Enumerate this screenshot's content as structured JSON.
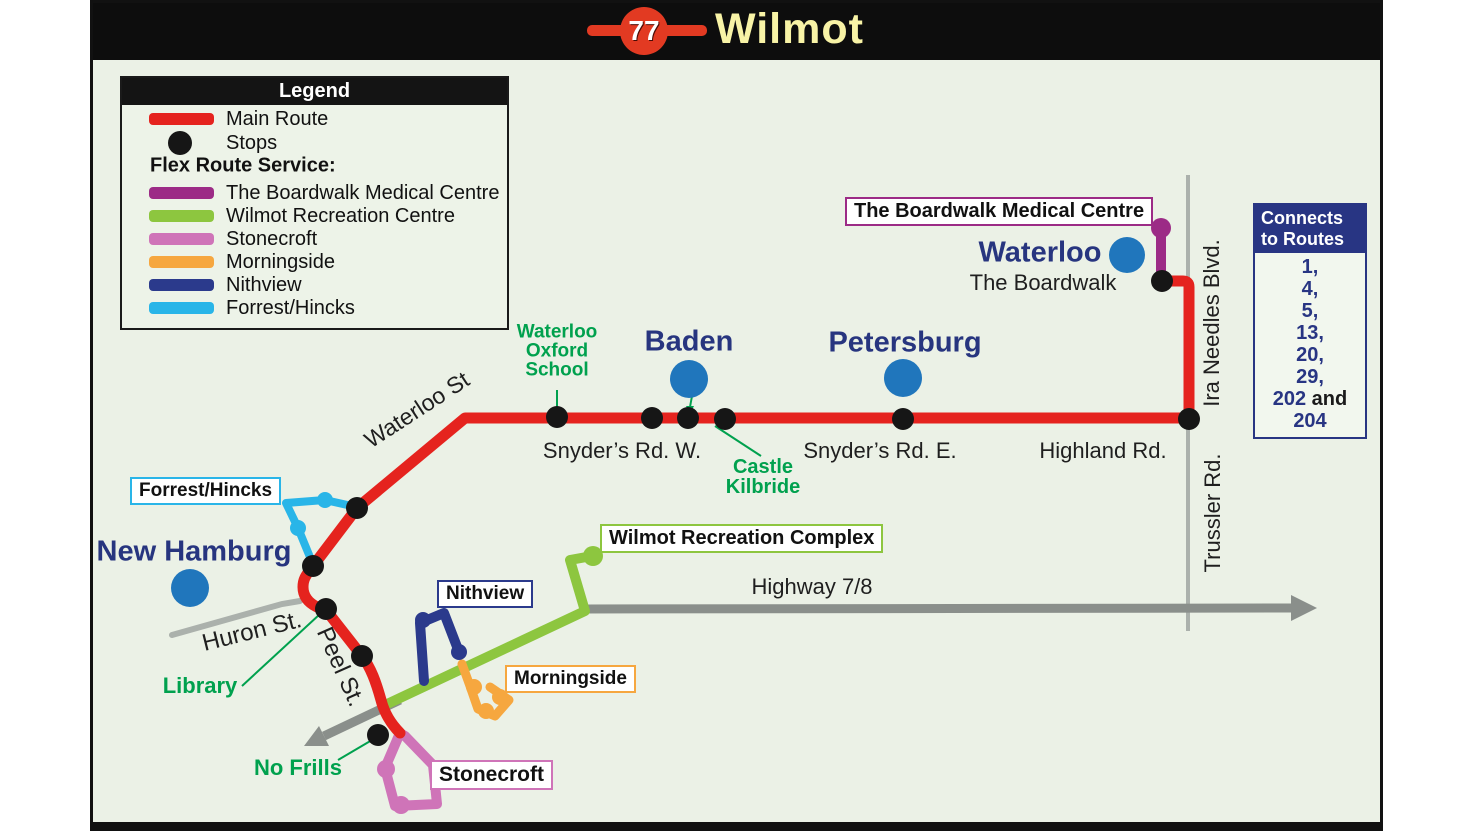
{
  "header": {
    "route_number": "77",
    "route_name": "Wilmot"
  },
  "legend": {
    "title": "Legend",
    "main_route_label": "Main Route",
    "stops_label": "Stops",
    "flex_title": "Flex Route Service:",
    "flex_items": [
      {
        "label": "The Boardwalk Medical Centre"
      },
      {
        "label": "Wilmot Recreation Centre"
      },
      {
        "label": "Stonecroft"
      },
      {
        "label": "Morningside"
      },
      {
        "label": "Nithview"
      },
      {
        "label": "Forrest/Hincks"
      }
    ]
  },
  "connects": {
    "title": "Connects\nto Routes",
    "routes": [
      "1,",
      "4,",
      "5,",
      "13,",
      "20,",
      "29,"
    ],
    "route_202": "202",
    "and_word": " and",
    "route_204": "204"
  },
  "cities": {
    "waterloo": "Waterloo",
    "baden": "Baden",
    "petersburg": "Petersburg",
    "new_hamburg": "New Hamburg"
  },
  "stop_labels": {
    "the_boardwalk": "The Boardwalk",
    "snyders_w": "Snyder’s Rd. W.",
    "snyders_e": "Snyder’s Rd. E.",
    "highland": "Highland Rd."
  },
  "roads": {
    "waterloo_st": "Waterloo St",
    "huron": "Huron St.",
    "peel": "Peel St.",
    "highway": "Highway 7/8",
    "ira_needles": "Ira Needles Blvd.",
    "trussler": "Trussler Rd."
  },
  "pois": {
    "waterloo_oxford": "Waterloo\nOxford\nSchool",
    "castle_kilbride": "Castle\nKilbride",
    "library": "Library",
    "no_frills": "No Frills"
  },
  "flex_labels": {
    "boardwalk": "The Boardwalk Medical Centre",
    "forrest": "Forrest/Hincks",
    "wilmot_rec": "Wilmot Recreation Complex",
    "nithview": "Nithview",
    "morningside": "Morningside",
    "stonecroft": "Stonecroft"
  },
  "colors": {
    "main_route": "#e5231e",
    "stop": "#161616",
    "boardwalk": "#9c2b86",
    "wilmot_rec": "#8dc63f",
    "stonecroft": "#cf74b8",
    "morningside": "#f6a73f",
    "nithview": "#2b3a8c",
    "forrest_hincks": "#29b5e8",
    "city_marker": "#2076bc",
    "poi_green": "#00a14e",
    "road_dark": "#8a8f8b",
    "road_light": "#abb1ac",
    "header_yellow": "#f8f3a6",
    "badge_red": "#e23a22"
  }
}
